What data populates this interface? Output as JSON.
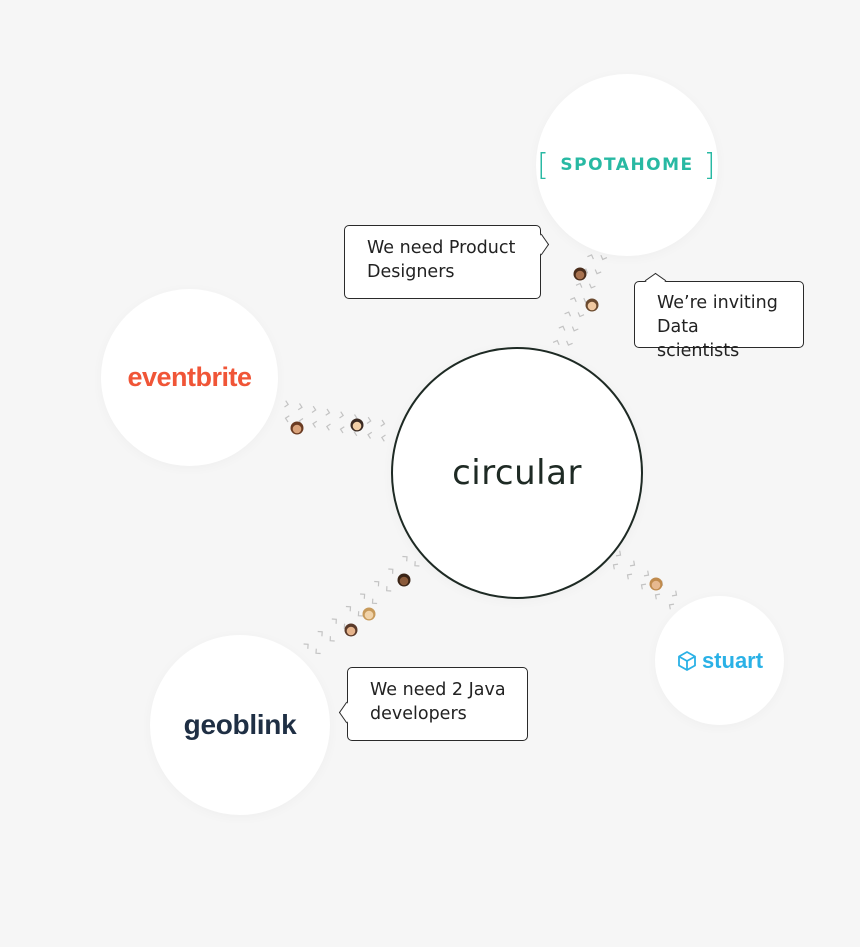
{
  "hub": {
    "label": "circular"
  },
  "companies": {
    "spotahome": {
      "logo_text": "SPOTAHOME",
      "color": "#28b9a3"
    },
    "eventbrite": {
      "logo_text": "eventbrite",
      "color": "#f05537"
    },
    "stuart": {
      "logo_text": "stuart",
      "color": "#2ab1e6",
      "icon": "box-icon"
    },
    "geoblink": {
      "logo_text": "geoblink",
      "color": "#1f2f44"
    }
  },
  "messages": {
    "product_designers": {
      "line1": "We need Product",
      "line2": "Designers"
    },
    "data_scientists": {
      "line1": "We’re inviting",
      "line2": "Data scientists"
    },
    "java_developers": {
      "line1": "We need 2 Java",
      "line2": "developers"
    }
  },
  "colors": {
    "background": "#f6f6f6",
    "hub_border": "#1e2a24",
    "chevron": "#c3c3c3"
  }
}
